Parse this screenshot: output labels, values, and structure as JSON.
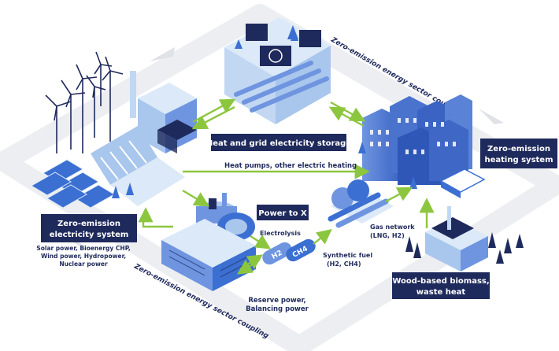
{
  "ring_labels": {
    "top": "Zero-emission energy sector coupling",
    "bottom": "Zero-emission energy sector coupling"
  },
  "boxes": {
    "heat_storage": "Heat and grid electricity storage",
    "heating_line1": "Zero-emission",
    "heating_line2": "heating system",
    "electricity_line1": "Zero-emission",
    "electricity_line2": "electricity system",
    "power_to_x": "Power to X",
    "biomass_line1": "Wood-based biomass,",
    "biomass_line2": "waste heat"
  },
  "labels": {
    "heat_pumps": "Heat pumps, other electric heating",
    "electrolysis": "Electrolysis",
    "gas_network_line1": "Gas network",
    "gas_network_line2": "(LNG, H2)",
    "synthetic_fuel_line1": "Synthetic fuel",
    "synthetic_fuel_line2": "(H2, CH4)",
    "reserve_line1": "Reserve power,",
    "reserve_line2": "Balancing power",
    "sources_line1": "Solar power, Bioenergy CHP,",
    "sources_line2": "Wind power, Hydropower,",
    "sources_line3": "Nuclear power",
    "tank_h2": "H2",
    "tank_ch4": "CH4"
  },
  "colors": {
    "navy": "#1f2a5c",
    "arrow_green": "#8cc63f",
    "blue": "#3b6fd1",
    "light_blue": "#bcd6f2",
    "ring_grey": "#eceef1"
  }
}
